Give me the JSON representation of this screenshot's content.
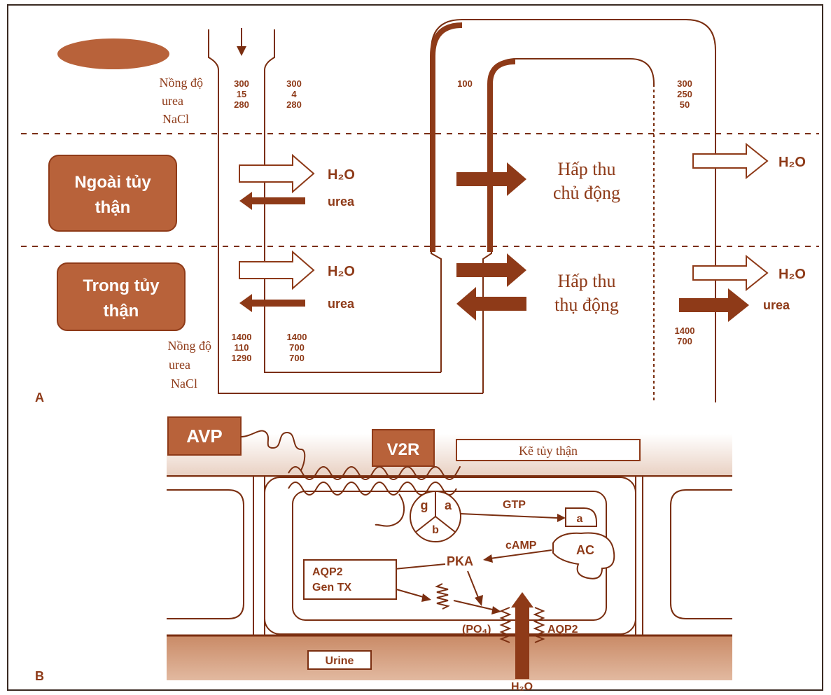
{
  "panel_a": {
    "letter": "A",
    "conc_label_top": [
      "Nồng độ",
      "urea",
      "NaCl"
    ],
    "conc_label_bottom": [
      "Nồng độ",
      "urea",
      "NaCl"
    ],
    "col1_top": [
      "300",
      "15",
      "280"
    ],
    "col2_top": [
      "300",
      "4",
      "280"
    ],
    "col3_top": [
      "100"
    ],
    "col4_top": [
      "300",
      "250",
      "50"
    ],
    "col1_bottom": [
      "1400",
      "110",
      "1290"
    ],
    "col2_bottom": [
      "1400",
      "700",
      "700"
    ],
    "col4_bottom": [
      "1400",
      "700"
    ],
    "zone_outer": [
      "Ngoài tủy",
      "thận"
    ],
    "zone_inner": [
      "Trong tủy",
      "thận"
    ],
    "h2o": "H₂O",
    "urea": "urea",
    "active": [
      "Hấp thu",
      "chủ động"
    ],
    "passive": [
      "Hấp thu",
      "thụ động"
    ]
  },
  "panel_b": {
    "letter": "B",
    "avp": "AVP",
    "v2r": "V2R",
    "interstitium": "Kẽ tủy thận",
    "g": "g",
    "a": "a",
    "b": "b",
    "gtp": "GTP",
    "a2": "a",
    "camp": "cAMP",
    "ac": "AC",
    "pka": "PKA",
    "aqp2_box": [
      "AQP2",
      "Gen TX"
    ],
    "po4": "(PO₄)",
    "aqp2": "AQP2",
    "urine": "Urine",
    "h2o": "H₂O"
  },
  "colors": {
    "brown": "#8e3a18",
    "box": "#b8623a",
    "line": "#7a2e10"
  }
}
